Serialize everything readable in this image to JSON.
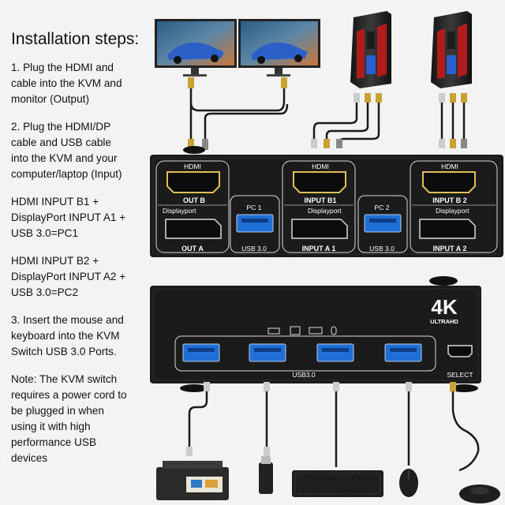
{
  "instructions": {
    "title": "Installation steps:",
    "steps": [
      "1. Plug the HDMI and\ncable into the KVM and\nmonitor (Output)",
      "2. Plug the HDMI/DP\ncable and USB cable\ninto the KVM and your\ncomputer/laptop (Input)",
      "HDMI INPUT B1 +\nDisplayPort INPUT A1 +\nUSB 3.0=PC1",
      "HDMI INPUT B2 +\nDisplayPort INPUT A2 +\nUSB 3.0=PC2",
      "3. Insert the mouse and\nkeyboard into the KVM\nSwitch USB 3.0 Ports.",
      "Note: The KVM switch\nrequires a power cord to\nbe plugged in when\nusing it with high\nperformance USB\ndevices"
    ]
  },
  "rear_panel": {
    "out_b_hdmi": "HDMI",
    "out_b": "OUT B",
    "out_a_dp": "Displayport",
    "out_a": "OUT A",
    "pc1": "PC 1",
    "pc1_hdmi": "HDMI",
    "input_b1": "INPUT B1",
    "pc1_dp": "Displayport",
    "pc1_usb": "USB 3.0",
    "input_a1": "INPUT A 1",
    "pc2": "PC 2",
    "pc2_hdmi": "HDMI",
    "input_b2": "INPUT B 2",
    "pc2_dp": "Displayport",
    "pc2_usb": "USB 3.0",
    "input_a2": "INPUT A 2"
  },
  "front_panel": {
    "logo_main": "4K",
    "logo_sub": "ULTRAHD",
    "usb_label": "USB3.0",
    "select_label": "SELECT"
  },
  "colors": {
    "device_body": "#1b1b1b",
    "port_outline": "#d9d9d9",
    "usb_blue": "#1f6fd6",
    "background": "#f3f3f3"
  }
}
